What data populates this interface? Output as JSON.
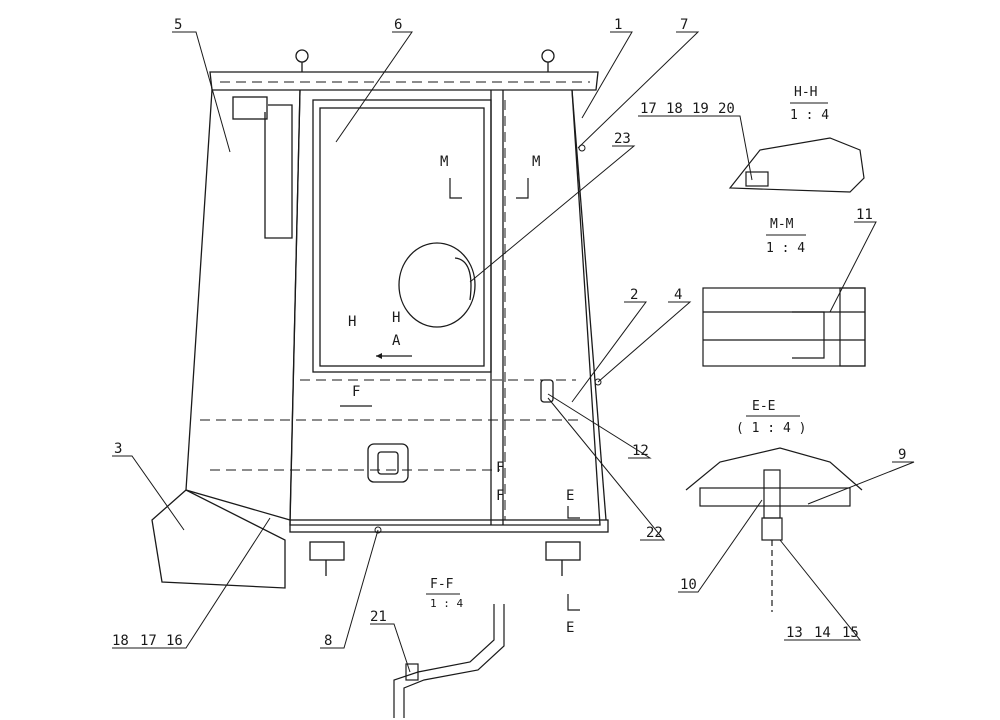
{
  "callouts": [
    "1",
    "2",
    "3",
    "4",
    "5",
    "6",
    "7",
    "8",
    "9",
    "10",
    "11",
    "12",
    "13",
    "14",
    "15",
    "16",
    "17",
    "18",
    "19",
    "20",
    "21",
    "22",
    "23"
  ],
  "groups": {
    "left_bottom": [
      "18",
      "17",
      "16"
    ],
    "hh_top": [
      "17",
      "18",
      "19",
      "20"
    ],
    "ee_bottom": [
      "13",
      "14",
      "15"
    ]
  },
  "sections": {
    "hh": {
      "title": "H-H",
      "scale": "1 : 4"
    },
    "mm": {
      "title": "M-M",
      "scale": "1 : 4"
    },
    "ee": {
      "title": "E-E",
      "scale": "( 1 : 4 )"
    },
    "ff": {
      "title": "F-F",
      "scale": "1 : 4"
    }
  },
  "view_marks": {
    "M": "M",
    "H": "H",
    "A": "A",
    "F": "F",
    "E": "E"
  },
  "colors": {
    "ink": "#1a1a1a",
    "background": "#ffffff"
  }
}
